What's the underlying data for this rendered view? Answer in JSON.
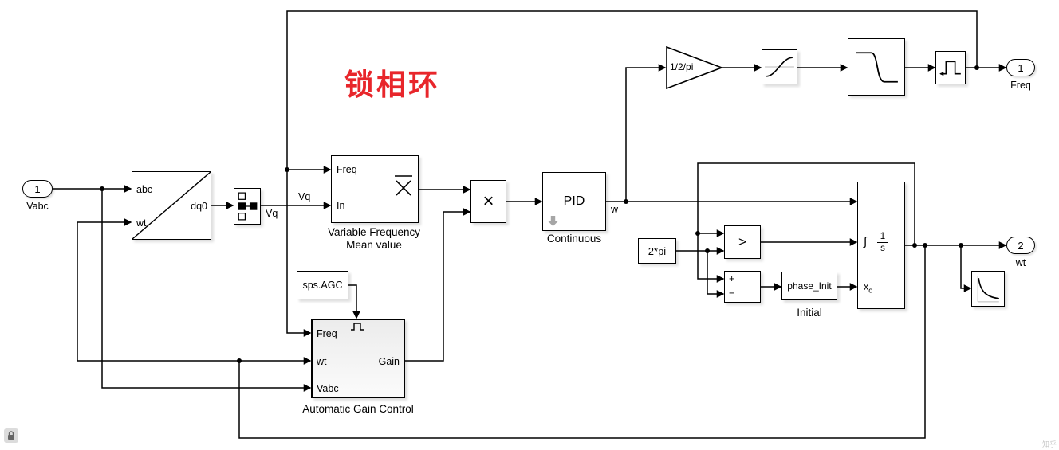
{
  "colors": {
    "title_red": "#e8262b",
    "wire": "#000000"
  },
  "overlay": {
    "title": "锁相环",
    "watermark": "知乎"
  },
  "inport_vabc": {
    "number": "1",
    "label": "Vabc"
  },
  "transform": {
    "port_abc": "abc",
    "port_wt": "wt",
    "port_dq0": "dq0"
  },
  "selector": {
    "signal_label_a": "Vq",
    "signal_label_b": "Vq"
  },
  "vfm": {
    "port_freq": "Freq",
    "port_in": "In",
    "caption": "Variable Frequency Mean value"
  },
  "product": {
    "symbol": "×"
  },
  "pid": {
    "label": "PID",
    "caption": "Continuous",
    "output_signal": "w"
  },
  "gain_1_2pi": {
    "label": "1/2/pi"
  },
  "outport_freq": {
    "number": "1",
    "label": "Freq"
  },
  "const_2pi": {
    "label": "2*pi"
  },
  "relational": {
    "symbol": ">"
  },
  "sum": {
    "plus": "+",
    "minus": "−"
  },
  "phase_init": {
    "label": "phase_Init",
    "caption": "Initial"
  },
  "integrator": {
    "reset_glyph": "∫",
    "num": "1",
    "den": "s",
    "x0_base": "x",
    "x0_sub": "o"
  },
  "sps_agc": {
    "label": "sps.AGC"
  },
  "agc": {
    "port_freq": "Freq",
    "port_wt": "wt",
    "port_vabc": "Vabc",
    "port_gain": "Gain",
    "caption": "Automatic Gain Control"
  },
  "outport_wt": {
    "number": "2",
    "label": "wt"
  },
  "icons": [
    "transform-diagonal-icon",
    "selector-icon",
    "mean-icon",
    "pid-badge-icon",
    "gain-triangle-icon",
    "saturation-icon",
    "lowpass-filter-icon",
    "memory-icon",
    "trigger-icon",
    "decay-curve-icon",
    "lock-icon"
  ]
}
